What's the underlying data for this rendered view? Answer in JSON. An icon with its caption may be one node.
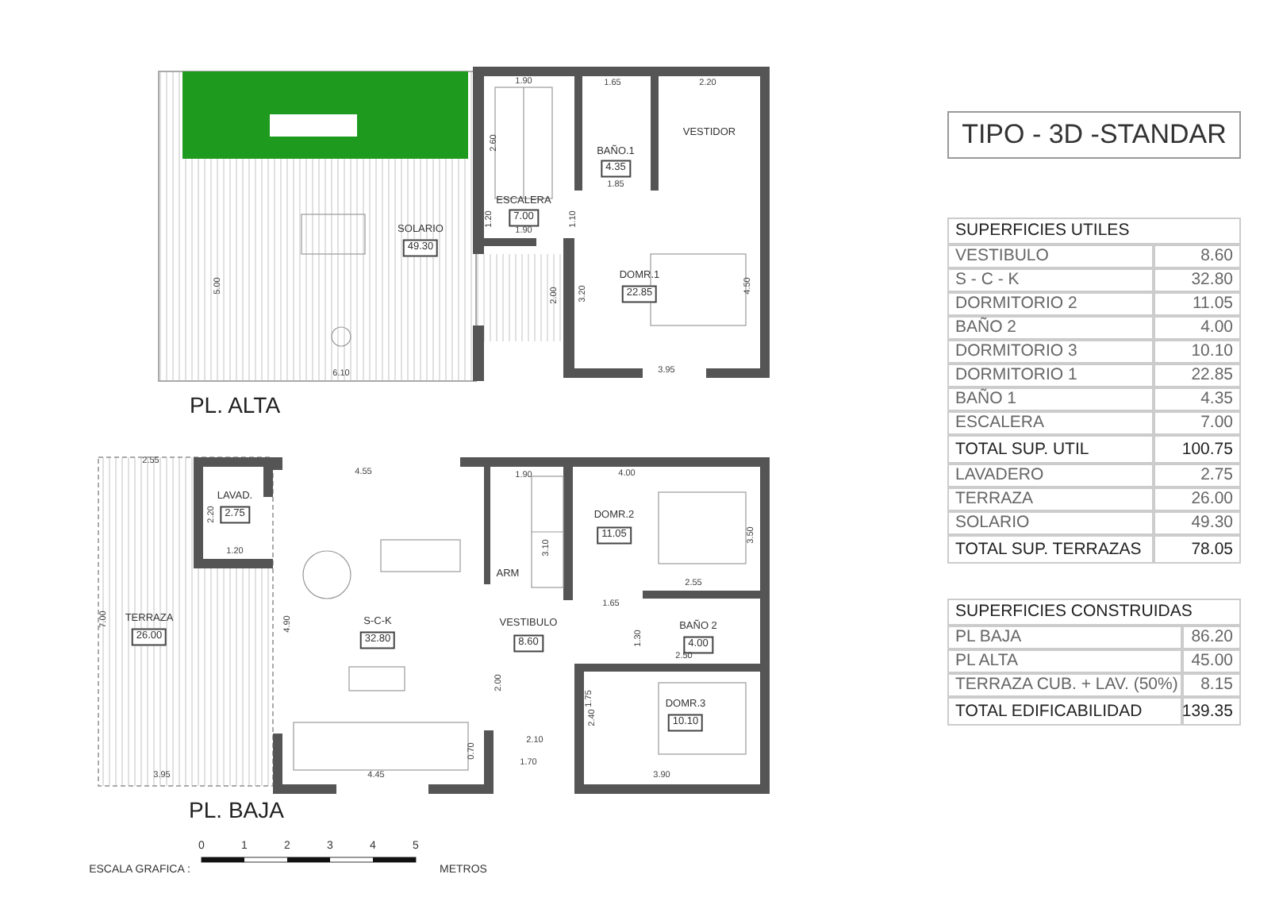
{
  "diagram": {
    "title": "TIPO - 3D -STANDAR",
    "labels": [
      "1.90",
      "1.65",
      "2.20",
      "VESTIDOR",
      "BAÑO.1",
      "4.35",
      "1.85",
      "2.60",
      "ESCALERA",
      "7.00",
      "1.90",
      "1.20",
      "1.10",
      "SOLARIO",
      "49.30",
      "5.00",
      "2.00",
      "3.20",
      "DOMR.1",
      "22.85",
      "4.50",
      "6.10",
      "3.95",
      "PL. ALTA",
      "2.55",
      "LAVAD.",
      "2.75",
      "2.20",
      "1.20",
      "4.55",
      "1.90",
      "DOMR.2",
      "11.05",
      "4.00",
      "3.50",
      "3.10",
      "ARM",
      "TERRAZA",
      "26.00",
      "7.00",
      "4.90",
      "S-C-K",
      "32.80",
      "2.55",
      "1.65",
      "VESTIBULO",
      "8.60",
      "BAÑO 2",
      "4.00",
      "1.30",
      "2.50",
      "2.00",
      "1.75",
      "2.40",
      "DOMR.3",
      "10.10",
      "2.10",
      "1.70",
      "0.70",
      "3.95",
      "4.45",
      "3.90",
      "PL. BAJA",
      "ESCALA GRAFICA :",
      "0",
      "1",
      "2",
      "3",
      "4",
      "5",
      "METROS",
      "SUPERFICIES UTILES",
      "VESTIBULO",
      "8.60",
      "S - C - K",
      "32.80",
      "DORMITORIO 2",
      "11.05",
      "BAÑO 2",
      "4.00",
      "DORMITORIO 3",
      "10.10",
      "DORMITORIO 1",
      "22.85",
      "BAÑO 1",
      "4.35",
      "ESCALERA",
      "7.00",
      "TOTAL SUP. UTIL",
      "100.75",
      "LAVADERO",
      "2.75",
      "TERRAZA",
      "26.00",
      "SOLARIO",
      "49.30",
      "TOTAL SUP. TERRAZAS",
      "78.05",
      "SUPERFICIES CONSTRUIDAS",
      "PL BAJA",
      "86.20",
      "PL ALTA",
      "45.00",
      "TERRAZA CUB. + LAV. (50%)",
      "8.15",
      "TOTAL EDIFICABILIDAD",
      "139.35"
    ]
  }
}
